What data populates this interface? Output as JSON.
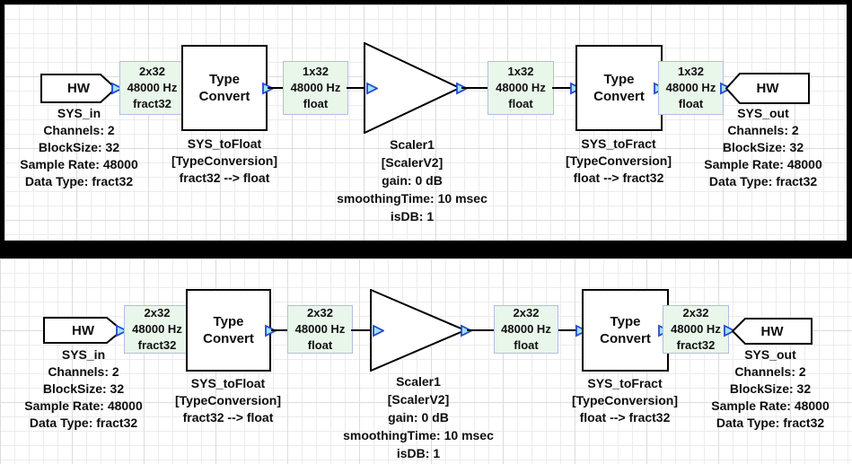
{
  "colors": {
    "frame": "#000000",
    "canvas": "#ffffff",
    "grid_minor": "#ececec",
    "grid_major": "#dcdcdc",
    "block_border": "#000000",
    "wire_label_fill": "#e9f6ea",
    "wire_label_border": "#b3bce6",
    "pin_fill": "#9ae6f5",
    "pin_stroke": "#2b46cf",
    "text": "#0d0d0d"
  },
  "panels": [
    {
      "hw_in": {
        "label": "HW",
        "info": [
          "SYS_in",
          "Channels: 2",
          "BlockSize: 32",
          "Sample Rate: 48000",
          "Data Type: fract32"
        ]
      },
      "wire_label_1": {
        "lines": [
          "2x32",
          "48000 Hz",
          "fract32"
        ]
      },
      "type_convert_1": {
        "label": [
          "Type",
          "Convert"
        ],
        "info": [
          "SYS_toFloat",
          "[TypeConversion]",
          "fract32 --> float"
        ]
      },
      "wire_label_2": {
        "lines": [
          "1x32",
          "48000 Hz",
          "float"
        ]
      },
      "scaler": {
        "info": [
          "Scaler1",
          "[ScalerV2]",
          "gain: 0 dB",
          "smoothingTime: 10 msec",
          "isDB: 1"
        ]
      },
      "wire_label_3": {
        "lines": [
          "1x32",
          "48000 Hz",
          "float"
        ]
      },
      "type_convert_2": {
        "label": [
          "Type",
          "Convert"
        ],
        "info": [
          "SYS_toFract",
          "[TypeConversion]",
          "float --> fract32"
        ]
      },
      "wire_label_4": {
        "lines": [
          "1x32",
          "48000 Hz",
          "float"
        ]
      },
      "hw_out": {
        "label": "HW",
        "info": [
          "SYS_out",
          "Channels: 2",
          "BlockSize: 32",
          "Sample Rate: 48000",
          "Data Type: fract32"
        ]
      }
    },
    {
      "hw_in": {
        "label": "HW",
        "info": [
          "SYS_in",
          "Channels: 2",
          "BlockSize: 32",
          "Sample Rate: 48000",
          "Data Type: fract32"
        ]
      },
      "wire_label_1": {
        "lines": [
          "2x32",
          "48000 Hz",
          "fract32"
        ]
      },
      "type_convert_1": {
        "label": [
          "Type",
          "Convert"
        ],
        "info": [
          "SYS_toFloat",
          "[TypeConversion]",
          "fract32 --> float"
        ]
      },
      "wire_label_2": {
        "lines": [
          "2x32",
          "48000 Hz",
          "float"
        ]
      },
      "scaler": {
        "info": [
          "Scaler1",
          "[ScalerV2]",
          "gain: 0 dB",
          "smoothingTime: 10 msec",
          "isDB: 1"
        ]
      },
      "wire_label_3": {
        "lines": [
          "2x32",
          "48000 Hz",
          "float"
        ]
      },
      "type_convert_2": {
        "label": [
          "Type",
          "Convert"
        ],
        "info": [
          "SYS_toFract",
          "[TypeConversion]",
          "float --> fract32"
        ]
      },
      "wire_label_4": {
        "lines": [
          "2x32",
          "48000 Hz",
          "fract32"
        ]
      },
      "hw_out": {
        "label": "HW",
        "info": [
          "SYS_out",
          "Channels: 2",
          "BlockSize: 32",
          "Sample Rate: 48000",
          "Data Type: fract32"
        ]
      }
    }
  ]
}
